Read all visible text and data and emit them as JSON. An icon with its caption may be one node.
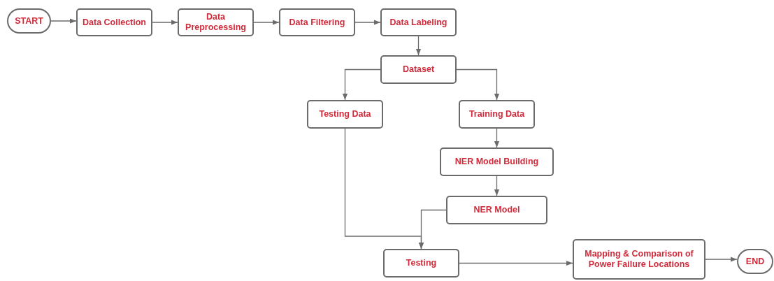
{
  "diagram": {
    "nodes": [
      {
        "text": [
          "START"
        ]
      },
      {
        "text": [
          "Data Collection"
        ]
      },
      {
        "text": [
          "Data Preprocessing"
        ]
      },
      {
        "text": [
          "Data Filtering"
        ]
      },
      {
        "text": [
          "Data Labeling"
        ]
      },
      {
        "text": [
          "Dataset"
        ]
      },
      {
        "text": [
          "Testing Data"
        ]
      },
      {
        "text": [
          "Training Data"
        ]
      },
      {
        "text": [
          "NER Model Building"
        ]
      },
      {
        "text": [
          "NER Model"
        ]
      },
      {
        "text": [
          "Testing"
        ]
      },
      {
        "text": [
          "Mapping & Comparison of Power Failure Locations"
        ]
      },
      {
        "text": [
          "END"
        ]
      }
    ],
    "edges": [
      {
        "from": 0,
        "to": 1,
        "arrow": "to"
      },
      {
        "from": 1,
        "to": 2,
        "arrow": "to"
      },
      {
        "from": 2,
        "to": 3,
        "arrow": "to"
      },
      {
        "from": 3,
        "to": 4,
        "arrow": "to"
      },
      {
        "from": 4,
        "to": 5,
        "arrow": "to"
      },
      {
        "from": 5,
        "to": 6,
        "arrow": "to"
      },
      {
        "from": 5,
        "to": 7,
        "arrow": "to"
      },
      {
        "from": 6,
        "to": 10,
        "arrow": "to"
      },
      {
        "from": 7,
        "to": 8,
        "arrow": "to"
      },
      {
        "from": 8,
        "to": 9,
        "arrow": "to"
      },
      {
        "from": 9,
        "to": 10,
        "arrow": "to"
      },
      {
        "from": 10,
        "to": 11,
        "arrow": "to"
      },
      {
        "from": 11,
        "to": 12,
        "arrow": "to"
      }
    ]
  }
}
